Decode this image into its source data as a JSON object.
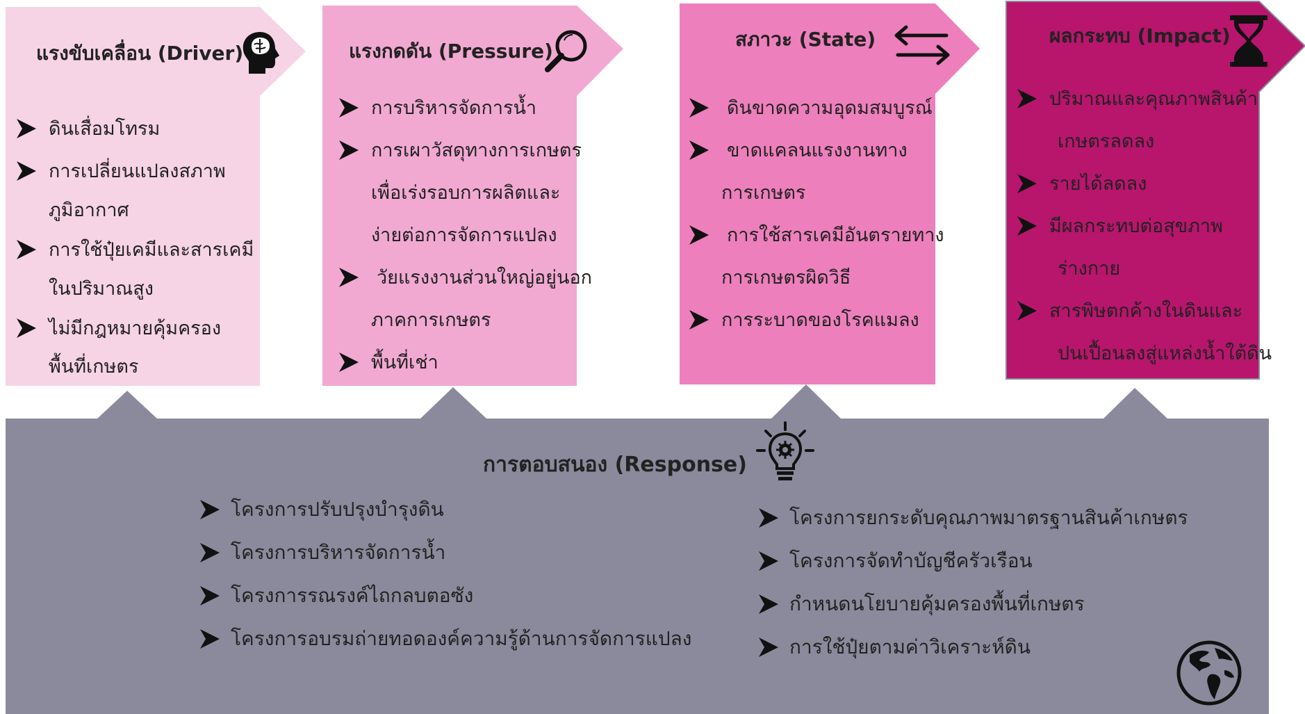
{
  "colors": {
    "driver": "#f6d3e5",
    "pressure": "#f1a9d2",
    "state": "#ed7fbc",
    "impact": "#b8156d",
    "impact_border": "#8a8a9e",
    "response": "#8a8a9c"
  },
  "driver": {
    "title": "แรงขับเคลื่อน (Driver)",
    "icon": "brain-head-icon",
    "items": [
      "ดินเสื่อมโทรม",
      "การเปลี่ยนแปลงสภาพ",
      "ภูมิอากาศ",
      "การใช้ปุ๋ยเคมีและสารเคมี",
      "ในปริมาณสูง",
      "ไม่มีกฎหมายคุ้มครอง",
      "พื้นที่เกษตร"
    ]
  },
  "pressure": {
    "title": "แรงกดดัน (Pressure)",
    "icon": "magnifier-icon",
    "items": [
      "การบริหารจัดการน้ำ",
      "การเผาวัสดุทางการเกษตร",
      "เพื่อเร่งรอบการผลิตและ",
      "ง่ายต่อการจัดการแปลง",
      "วัยแรงงานส่วนใหญ่อยู่นอก",
      "ภาคการเกษตร",
      "พื้นที่เช่า"
    ]
  },
  "state": {
    "title": "สภาวะ (State)",
    "icon": "exchange-arrows-icon",
    "items": [
      "ดินขาดความอุดมสมบูรณ์",
      "ขาดแคลนแรงงานทาง",
      "การเกษตร",
      "การใช้สารเคมีอันตรายทาง",
      "การเกษตรผิดวิธี",
      "การระบาดของโรคแมลง"
    ]
  },
  "impact": {
    "title": "ผลกระทบ (Impact)",
    "icon": "hourglass-icon",
    "items": [
      "ปริมาณและคุณภาพสินค้า",
      "เกษตรลดลง",
      "รายได้ลดลง",
      "มีผลกระทบต่อสุขภาพ",
      "ร่างกาย",
      "สารพิษตกค้างในดินและ",
      "ปนเปื้อนลงสู่แหล่งน้ำใต้ดิน"
    ]
  },
  "response": {
    "title": "การตอบสนอง (Response)",
    "icon": "lightbulb-gear-icon",
    "globe_icon": "globe-icon",
    "left_items": [
      "โครงการปรับปรุงบำรุงดิน",
      "โครงการบริหารจัดการน้ำ",
      "โครงการรณรงค์ไถกลบตอซัง",
      "โครงการอบรมถ่ายทอดองค์ความรู้ด้านการจัดการแปลง"
    ],
    "right_items": [
      "โครงการยกระดับคุณภาพมาตรฐานสินค้าเกษตร",
      "โครงการจัดทำบัญชีครัวเรือน",
      "กำหนดนโยบายคุ้มครองพื้นที่เกษตร",
      "การใช้ปุ๋ยตามค่าวิเคราะห์ดิน"
    ]
  }
}
